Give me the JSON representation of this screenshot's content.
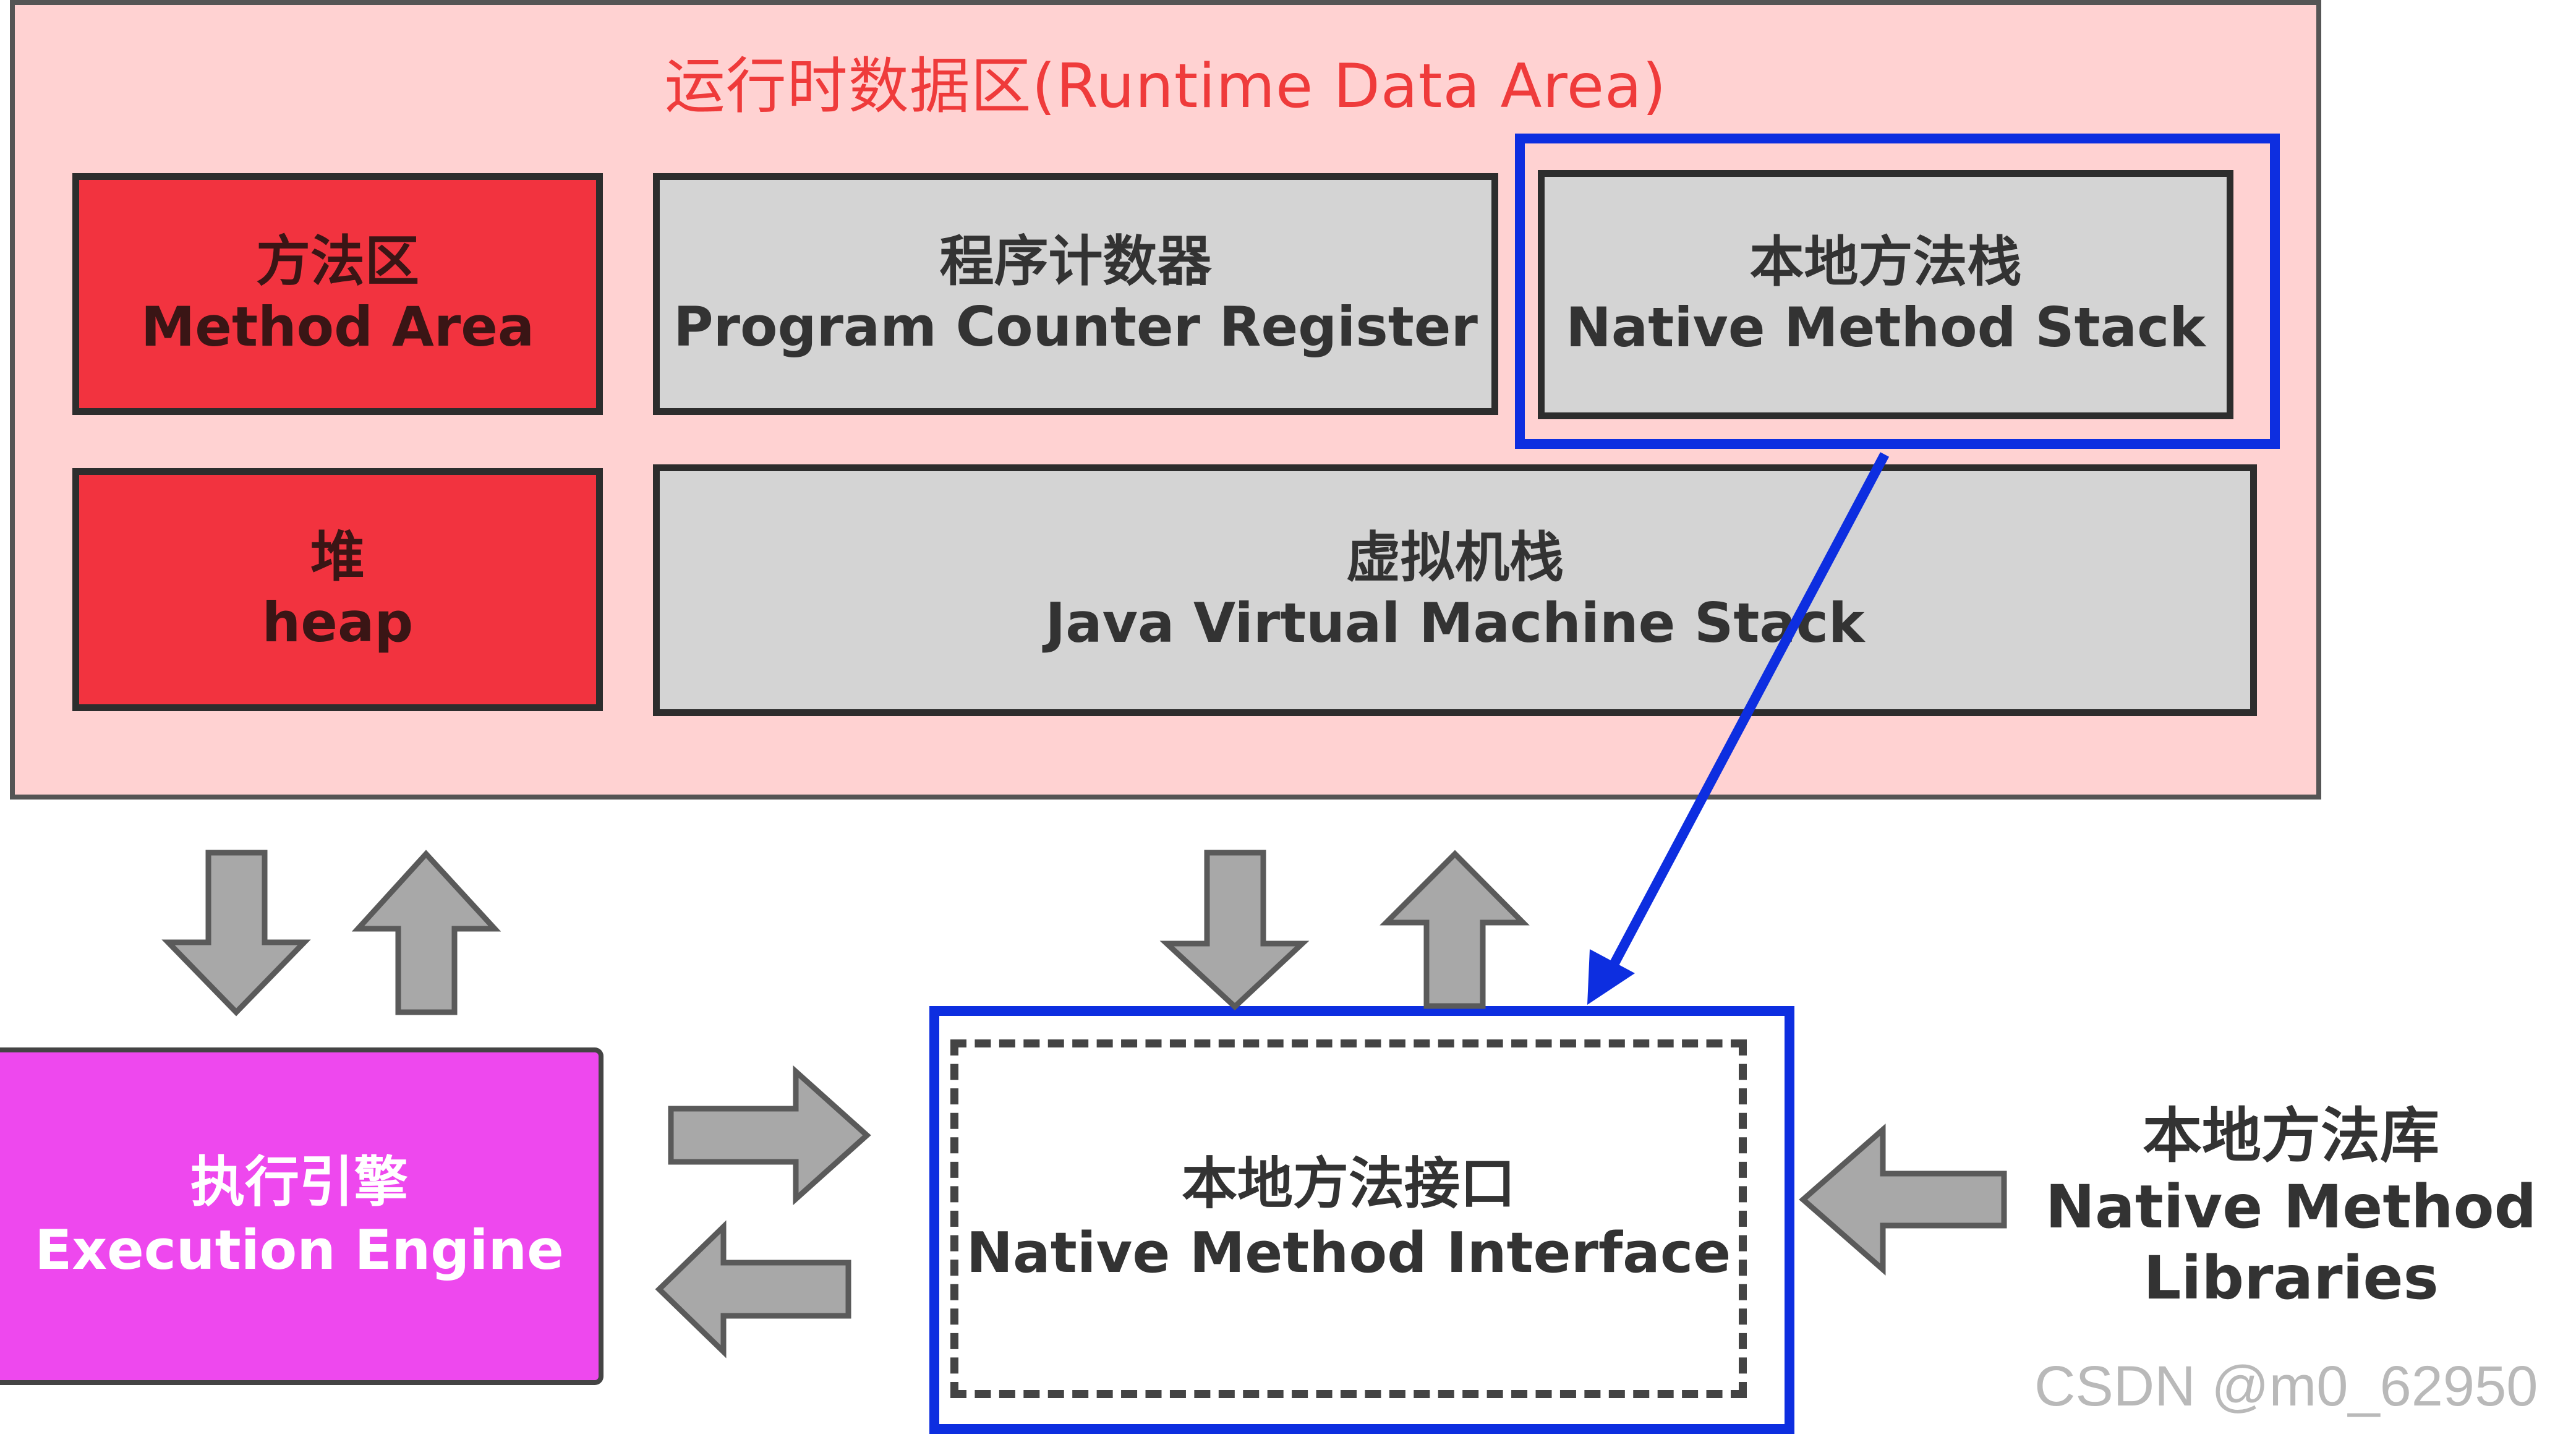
{
  "runtime_area": {
    "title": "运行时数据区(Runtime Data Area)"
  },
  "method_area": {
    "zh": "方法区",
    "en": "Method Area"
  },
  "program_counter": {
    "zh": "程序计数器",
    "en": "Program Counter Register"
  },
  "native_method_stack": {
    "zh": "本地方法栈",
    "en": "Native Method Stack"
  },
  "heap": {
    "zh": "堆",
    "en": "heap"
  },
  "jvm_stack": {
    "zh": "虚拟机栈",
    "en": "Java Virtual Machine Stack"
  },
  "execution_engine": {
    "zh": "执行引擎",
    "en": "Execution Engine"
  },
  "native_interface": {
    "zh": "本地方法接口",
    "en": "Native Method Interface"
  },
  "native_libraries": {
    "zh": "本地方法库",
    "en_line1": "Native Method",
    "en_line2": "Libraries"
  },
  "watermark": "CSDN @m0_62950",
  "colors": {
    "runtime_bg": "#ffd2d2",
    "title_red": "#ef3b3b",
    "red_box": "#f2333f",
    "gray_box": "#d4d4d4",
    "highlight_blue": "#0d2ee0",
    "engine_magenta": "#ee48ee",
    "arrow_gray": "#a8a8a8"
  }
}
